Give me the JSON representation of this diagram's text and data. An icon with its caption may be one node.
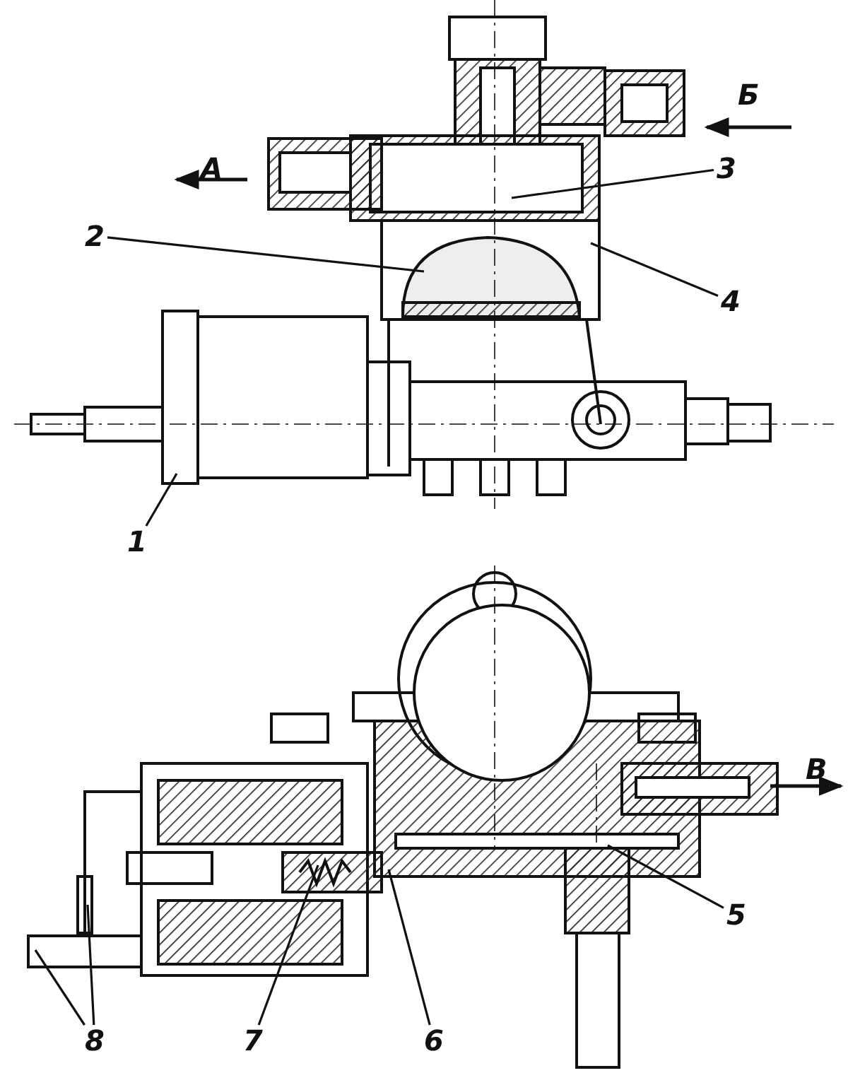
{
  "diagram": {
    "nodes": [
      {
        "text": [
          "3"
        ]
      },
      {
        "text": [
          "2"
        ]
      },
      {
        "text": [
          "4"
        ]
      },
      {
        "text": [
          "1"
        ]
      },
      {
        "text": [
          "5"
        ]
      },
      {
        "text": [
          "8"
        ]
      },
      {
        "text": [
          "7"
        ]
      },
      {
        "text": [
          "6"
        ]
      }
    ],
    "edges": [
      {
        "from": 0,
        "to": null,
        "arrow": "none"
      },
      {
        "from": 1,
        "to": null,
        "arrow": "none"
      },
      {
        "from": 2,
        "to": null,
        "arrow": "none"
      },
      {
        "from": 3,
        "to": null,
        "arrow": "none"
      },
      {
        "from": 4,
        "to": null,
        "arrow": "none"
      },
      {
        "from": 5,
        "to": null,
        "arrow": "none"
      },
      {
        "from": 5,
        "to": null,
        "arrow": "none"
      },
      {
        "from": 6,
        "to": null,
        "arrow": "none"
      },
      {
        "from": 7,
        "to": null,
        "arrow": "none"
      }
    ],
    "labels": [
      "Б",
      "А",
      "В"
    ]
  }
}
